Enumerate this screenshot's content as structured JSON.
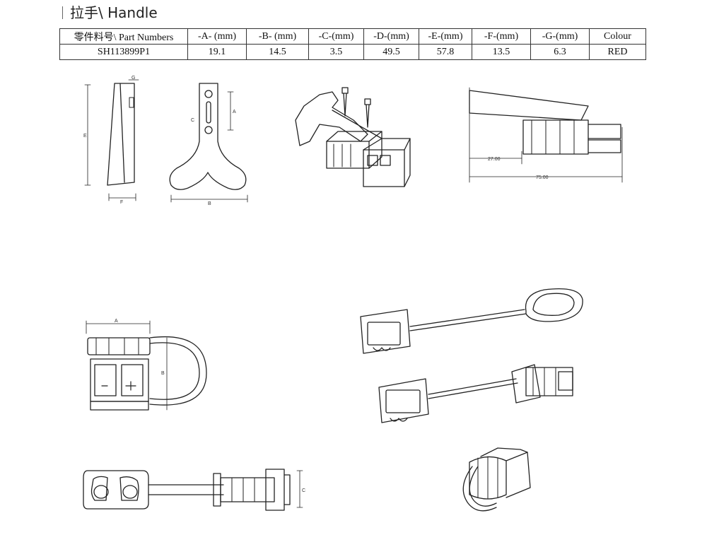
{
  "title": "拉手\\ Handle",
  "table": {
    "headers": [
      "零件料号\\ Part Numbers",
      "-A- (mm)",
      "-B- (mm)",
      "-C-(mm)",
      "-D-(mm)",
      "-E-(mm)",
      "-F-(mm)",
      "-G-(mm)",
      "Colour"
    ],
    "rows": [
      [
        "SH113899P1",
        "19.1",
        "14.5",
        "3.5",
        "49.5",
        "57.8",
        "13.5",
        "6.3",
        "RED"
      ]
    ]
  },
  "dims": {
    "side_len_short": "27.00",
    "side_len_total": "75.00",
    "label_a": "A",
    "label_b": "B",
    "label_c": "C",
    "label_e": "E",
    "label_f": "F",
    "label_g": "G"
  }
}
